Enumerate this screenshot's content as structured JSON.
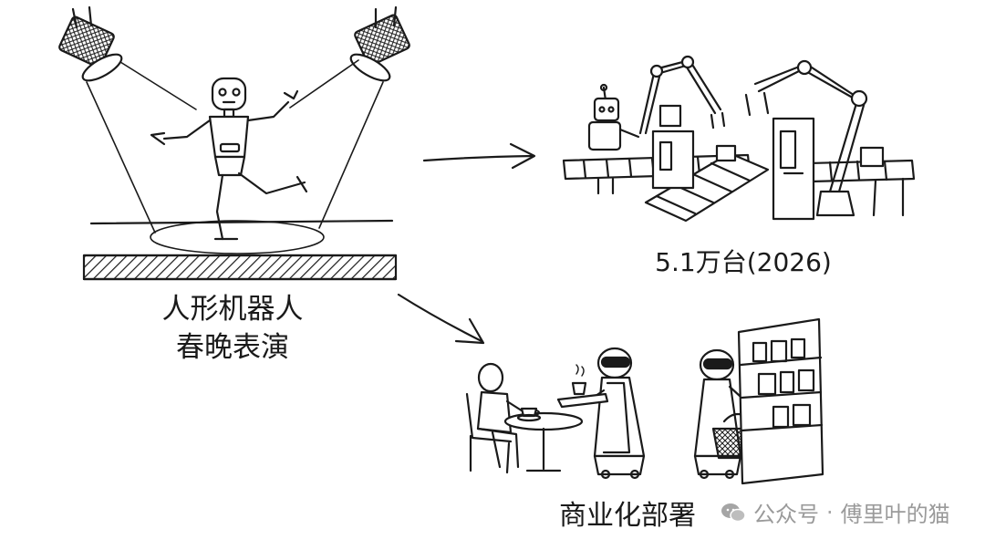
{
  "stage": {
    "caption_line1": "人形机器人",
    "caption_line2": "春晚表演"
  },
  "factory": {
    "caption": "5.1万台(2026)"
  },
  "service": {
    "caption": "商业化部署"
  },
  "watermark": {
    "channel": "公众号",
    "separator": "·",
    "author": "傅里叶的猫"
  },
  "colors": {
    "ink": "#1a1a1a",
    "watermark": "#9a9a9a",
    "background": "#ffffff"
  }
}
